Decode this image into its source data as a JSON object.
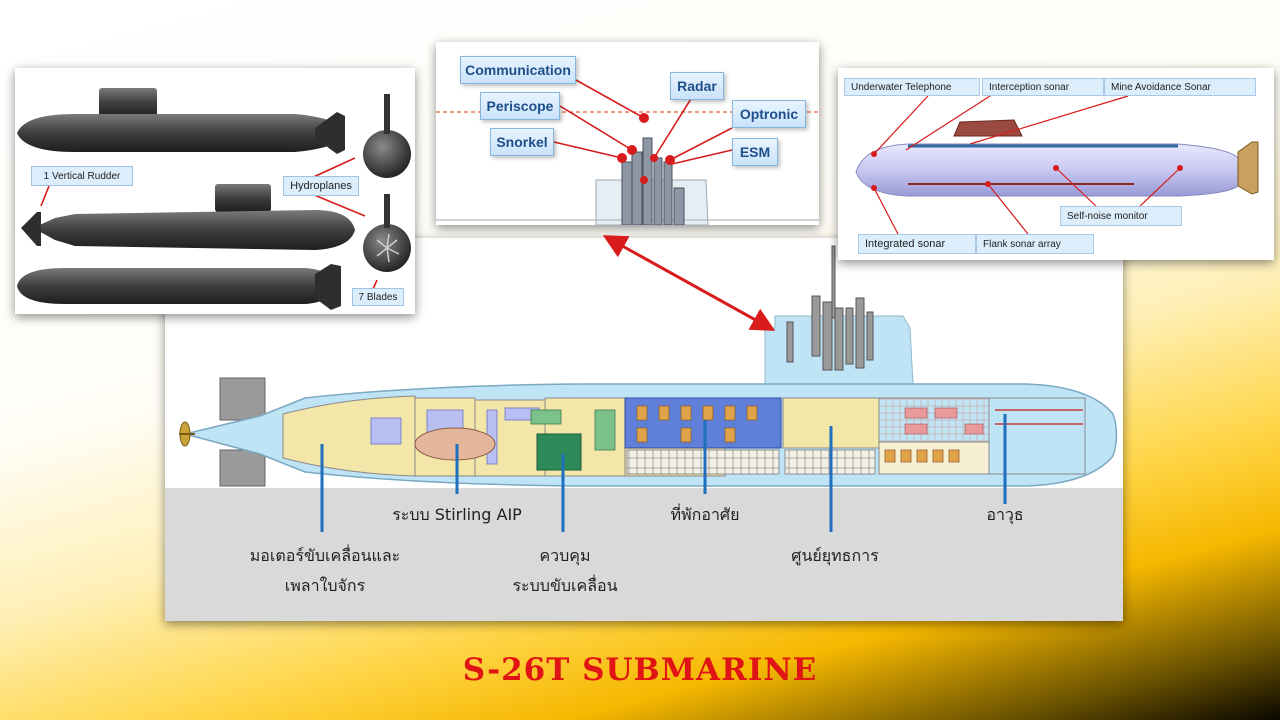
{
  "title": "S-26T SUBMARINE",
  "colors": {
    "title": "#e01414",
    "arrow": "#d81c1c",
    "label_fill": "#dceefc",
    "callout_text": "#1f4f8a",
    "hull_overlay": "#bfe4f5"
  },
  "external_view": {
    "labels": {
      "rudder": "1 Vertical Rudder",
      "hydroplanes": "Hydroplanes",
      "blades": "7 Blades"
    }
  },
  "masts_view": {
    "labels": {
      "communication": "Communication",
      "radar": "Radar",
      "periscope": "Periscope",
      "optronic": "Optronic",
      "snorkel": "Snorkel",
      "esm": "ESM"
    }
  },
  "sonar_view": {
    "labels": {
      "underwater_telephone": "Underwater Telephone",
      "interception_sonar": "Interception sonar",
      "mine_avoidance_sonar": "Mine Avoidance Sonar",
      "self_noise_monitor": "Self-noise monitor",
      "integrated_sonar": "Integrated sonar",
      "flank_sonar_array": "Flank sonar array"
    }
  },
  "cross_section": {
    "labels": {
      "motor_line1": "มอเตอร์ขับเคลื่อนและ",
      "motor_line2": "เพลาใบจักร",
      "stirling": "ระบบ Stirling AIP",
      "control_line1": "ควบคุม",
      "control_line2": "ระบบขับเคลื่อน",
      "accommodation": "ที่พักอาศัย",
      "combat_center": "ศูนย์ยุทธการ",
      "weapons": "อาวุธ"
    }
  }
}
